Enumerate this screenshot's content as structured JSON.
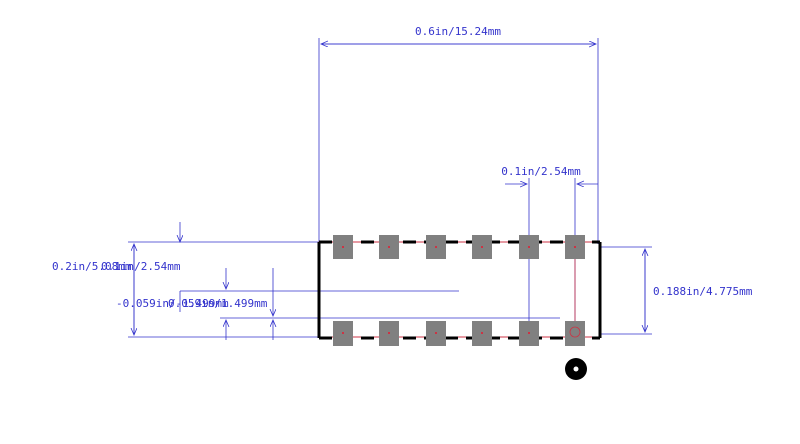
{
  "diagram": {
    "dimensions": {
      "overall_width": "0.6in/15.24mm",
      "pin_pitch": "0.1in/2.54mm",
      "body_height": "0.188in/4.775mm",
      "overall_height": "0.2in/5.08mm",
      "pad_span": "0.1in/2.54mm",
      "offset_neg": "-0.059in/-1.499mm",
      "offset_pos": "0.059in/1.499mm"
    },
    "pins_per_row": 6,
    "colors": {
      "dimension": "#3333cc",
      "pad": "#808080",
      "outline": "#000000",
      "courtyard": "#cc3344",
      "background": "#ffffff"
    }
  }
}
